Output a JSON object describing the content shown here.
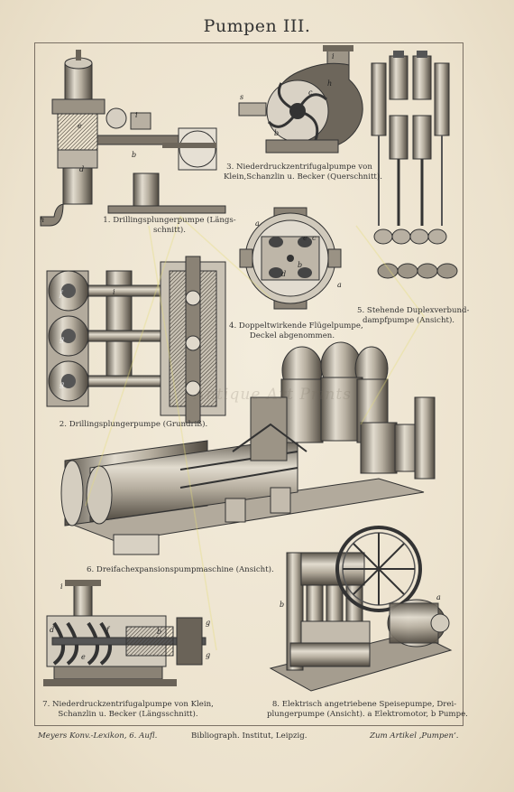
{
  "page": {
    "title": "Pumpen III.",
    "watermark": "Antique Art Prints"
  },
  "figures": {
    "fig1": {
      "caption_l1": "1. Drillingsplungerpumpe (Längs-",
      "caption_l2": "schnitt)."
    },
    "fig2": {
      "caption_l1": "2. Drillingsplungerpumpe (Grundriß)."
    },
    "fig3": {
      "caption_l1": "3. Niederdruckzentrifugalpumpe von",
      "caption_l2": "Klein,Schanzlin u. Becker (Querschnitt)."
    },
    "fig4": {
      "caption_l1": "4. Doppeltwirkende Flügelpumpe,",
      "caption_l2": "Deckel abgenommen."
    },
    "fig5": {
      "caption_l1": "5. Stehende Duplexverbund-",
      "caption_l2": "dampfpumpe (Ansicht)."
    },
    "fig6": {
      "caption_l1": "6. Dreifachexpansionspumpmaschine (Ansicht)."
    },
    "fig7": {
      "caption_l1": "7. Niederdruckzentrifugalpumpe von Klein,",
      "caption_l2": "Schanzlin u. Becker (Längsschnitt)."
    },
    "fig8": {
      "caption_l1": "8. Elektrisch angetriebene Speisepumpe, Drei-",
      "caption_l2": "plungerpumpe (Ansicht).   a Elektromotor, b Pumpe."
    }
  },
  "footer": {
    "left": "Meyers Konv.-Lexikon, 6. Aufl.",
    "center": "Bibliograph. Institut, Leipzig.",
    "right": "Zum Artikel ‚Pumpen‘."
  },
  "letters": {
    "a": "a",
    "b": "b",
    "c": "c",
    "d": "d",
    "e": "e",
    "f": "f",
    "g": "g",
    "h": "h",
    "i": "i",
    "s": "s"
  },
  "colors": {
    "paper": "#efe6d3",
    "ink": "#2a2520",
    "metal_light": "#d8d2c6",
    "metal_mid": "#a49c90",
    "metal_dark": "#4a443c"
  }
}
